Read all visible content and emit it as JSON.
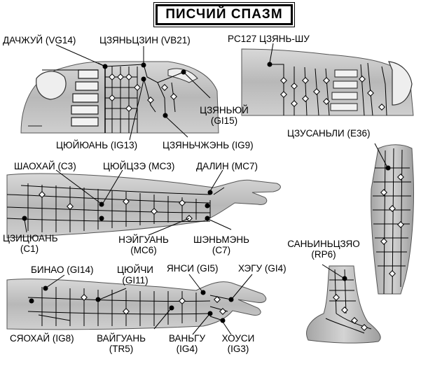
{
  "title": "ПИСЧИЙ СПАЗМ",
  "labels": {
    "dachzhui": "ДАЧЖУЙ (VG14)",
    "czyanczin": "ЦЗЯНЬЦЗИН (VB21)",
    "pc127": "PC127 ЦЗЯНЬ-ШУ",
    "czyanyuy_1": "ЦЗЯНЬЮЙ",
    "czyanyuy_2": "(GI15)",
    "czyuyuan": "ЦЮЙЮАНЬ (IG13)",
    "czyanchzhen": "ЦЗЯНЬЧЖЭНЬ (IG9)",
    "czusanli": "ЦЗУСАНЬЛИ (E36)",
    "shaohai": "ШАОХАЙ (C3)",
    "czyuyczze": "ЦЮЙЦЗЭ (MC3)",
    "dalin": "ДАЛИН (MC7)",
    "czicyuan_1": "ЦЗИЦЮАНЬ",
    "czicyuan_2": "(C1)",
    "neyguan_1": "НЭЙГУАНЬ",
    "neyguan_2": "(MC6)",
    "shenmen_1": "ШЭНЬМЭНЬ",
    "shenmen_2": "(C7)",
    "sanyinczyao_1": "САНЬИНЬЦЗЯО",
    "sanyinczyao_2": "(RP6)",
    "binao": "БИНАО (GI14)",
    "czyuychi_1": "ЦЮЙЧИ",
    "czyuychi_2": "(GI11)",
    "yansi": "ЯНСИ (GI5)",
    "hegu": "ХЭГУ (GI4)",
    "syaohai": "СЯОХАЙ (IG8)",
    "vaiguan_1": "ВАЙГУАНЬ",
    "vaiguan_2": "(TR5)",
    "vangu_1": "ВАНЬГУ",
    "vangu_2": "(IG4)",
    "housi_1": "ХОУСИ",
    "housi_2": "(IG3)"
  },
  "colors": {
    "ink": "#000000",
    "skin": "#c9c9c9",
    "skin_dark": "#8e8e8e",
    "bone": "#eeeeee"
  }
}
